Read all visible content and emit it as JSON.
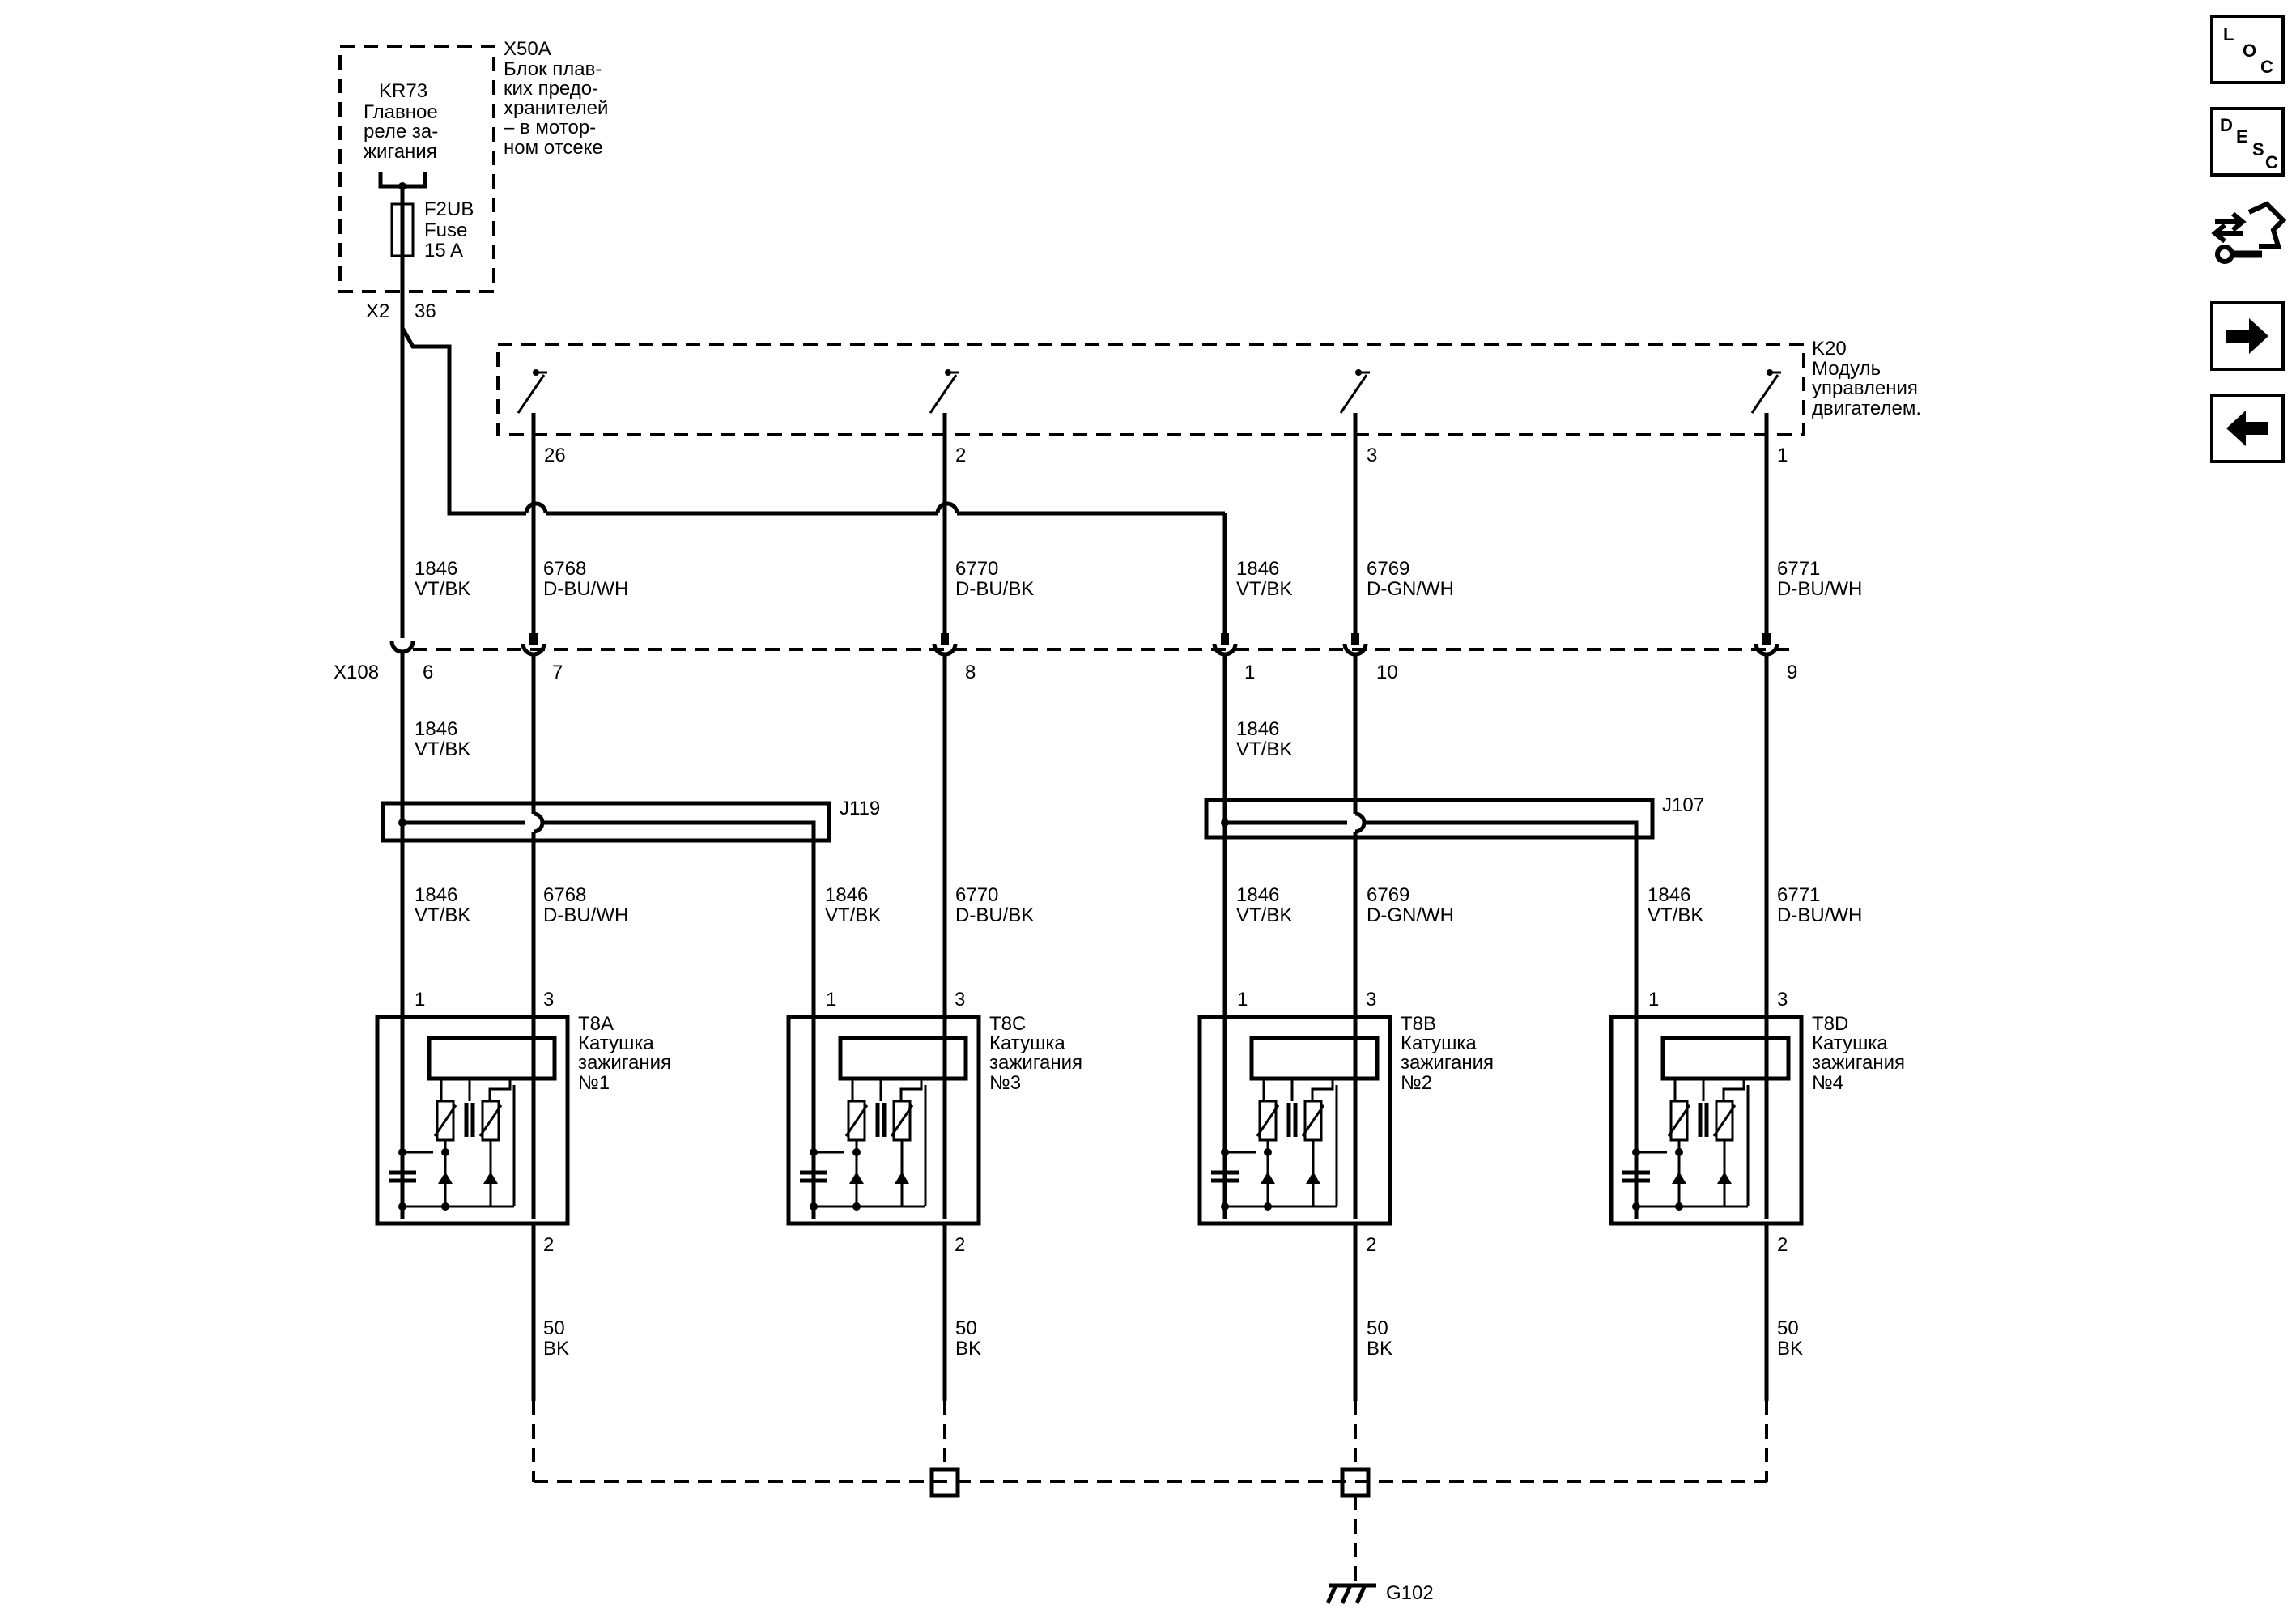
{
  "nav": {
    "loc": [
      "L",
      "O",
      "C"
    ],
    "desc": [
      "D",
      "E",
      "S",
      "C"
    ]
  },
  "fuse_block": {
    "id": "X50A",
    "desc": [
      "Блок плав-",
      "ких предо-",
      "хранителей",
      "– в мотор-",
      "ном отсеке"
    ],
    "relay_id": "KR73",
    "relay_desc": [
      "Главное",
      "реле за-",
      "жигания"
    ],
    "fuse_id": "F2UB",
    "fuse_name": "Fuse",
    "fuse_rating": "15 A",
    "conn": "X2",
    "pin": "36"
  },
  "ecm": {
    "id": "K20",
    "desc": [
      "Модуль",
      "управления",
      "двигателем."
    ],
    "pins": [
      "26",
      "2",
      "3",
      "1"
    ]
  },
  "x108": {
    "id": "X108",
    "pins": [
      "6",
      "7",
      "8",
      "1",
      "10",
      "9"
    ]
  },
  "wires_upper": [
    {
      "num": "1846",
      "color": "VT/BK"
    },
    {
      "num": "6768",
      "color": "D-BU/WH"
    },
    {
      "num": "6770",
      "color": "D-BU/BK"
    },
    {
      "num": "1846",
      "color": "VT/BK"
    },
    {
      "num": "6769",
      "color": "D-GN/WH"
    },
    {
      "num": "6771",
      "color": "D-BU/WH"
    }
  ],
  "wires_mid": [
    {
      "num": "1846",
      "color": "VT/BK"
    },
    {
      "num": "1846",
      "color": "VT/BK"
    }
  ],
  "splices": [
    "J119",
    "J107"
  ],
  "wires_lower": [
    {
      "num": "1846",
      "color": "VT/BK"
    },
    {
      "num": "6768",
      "color": "D-BU/WH"
    },
    {
      "num": "1846",
      "color": "VT/BK"
    },
    {
      "num": "6770",
      "color": "D-BU/BK"
    },
    {
      "num": "1846",
      "color": "VT/BK"
    },
    {
      "num": "6769",
      "color": "D-GN/WH"
    },
    {
      "num": "1846",
      "color": "VT/BK"
    },
    {
      "num": "6771",
      "color": "D-BU/WH"
    }
  ],
  "coils": [
    {
      "id": "T8A",
      "line1": "Катушка",
      "line2": "зажигания",
      "line3": "№1",
      "pin_a": "1",
      "pin_b": "3",
      "pin_gnd": "2"
    },
    {
      "id": "T8C",
      "line1": "Катушка",
      "line2": "зажигания",
      "line3": "№3",
      "pin_a": "1",
      "pin_b": "3",
      "pin_gnd": "2"
    },
    {
      "id": "T8B",
      "line1": "Катушка",
      "line2": "зажигания",
      "line3": "№2",
      "pin_a": "1",
      "pin_b": "3",
      "pin_gnd": "2"
    },
    {
      "id": "T8D",
      "line1": "Катушка",
      "line2": "зажигания",
      "line3": "№4",
      "pin_a": "1",
      "pin_b": "3",
      "pin_gnd": "2"
    }
  ],
  "ground_wire": {
    "num": "50",
    "color": "BK"
  },
  "ground": "G102"
}
